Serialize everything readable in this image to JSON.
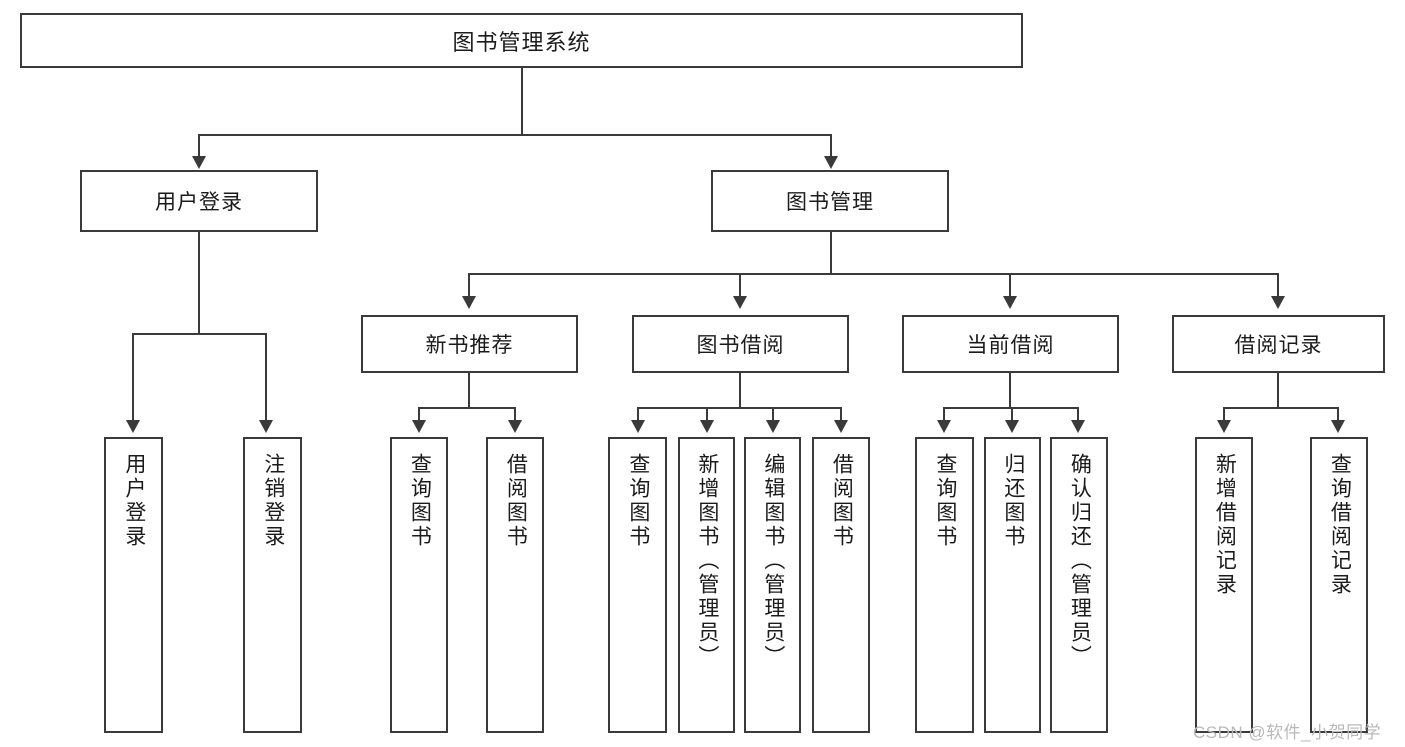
{
  "diagram": {
    "title": "图书管理系统",
    "root": {
      "label": "图书管理系统"
    },
    "level2": [
      {
        "label": "用户登录"
      },
      {
        "label": "图书管理"
      }
    ],
    "level3": [
      {
        "label": "新书推荐"
      },
      {
        "label": "图书借阅"
      },
      {
        "label": "当前借阅"
      },
      {
        "label": "借阅记录"
      }
    ],
    "leaves": [
      {
        "label": "用户登录"
      },
      {
        "label": "注销登录"
      },
      {
        "label": "查询图书"
      },
      {
        "label": "借阅图书"
      },
      {
        "label": "查询图书"
      },
      {
        "label": "新增图书（管理员）"
      },
      {
        "label": "编辑图书（管理员）"
      },
      {
        "label": "借阅图书"
      },
      {
        "label": "查询图书"
      },
      {
        "label": "归还图书"
      },
      {
        "label": "确认归还（管理员）"
      },
      {
        "label": "新增借阅记录"
      },
      {
        "label": "查询借阅记录"
      }
    ]
  },
  "watermark": {
    "text": "CSDN @软件_小贺同学"
  },
  "colors": {
    "stroke": "#3a3a3a",
    "text": "#1b1b1b",
    "background": "#ffffff",
    "watermark": "#b9b9b9"
  }
}
